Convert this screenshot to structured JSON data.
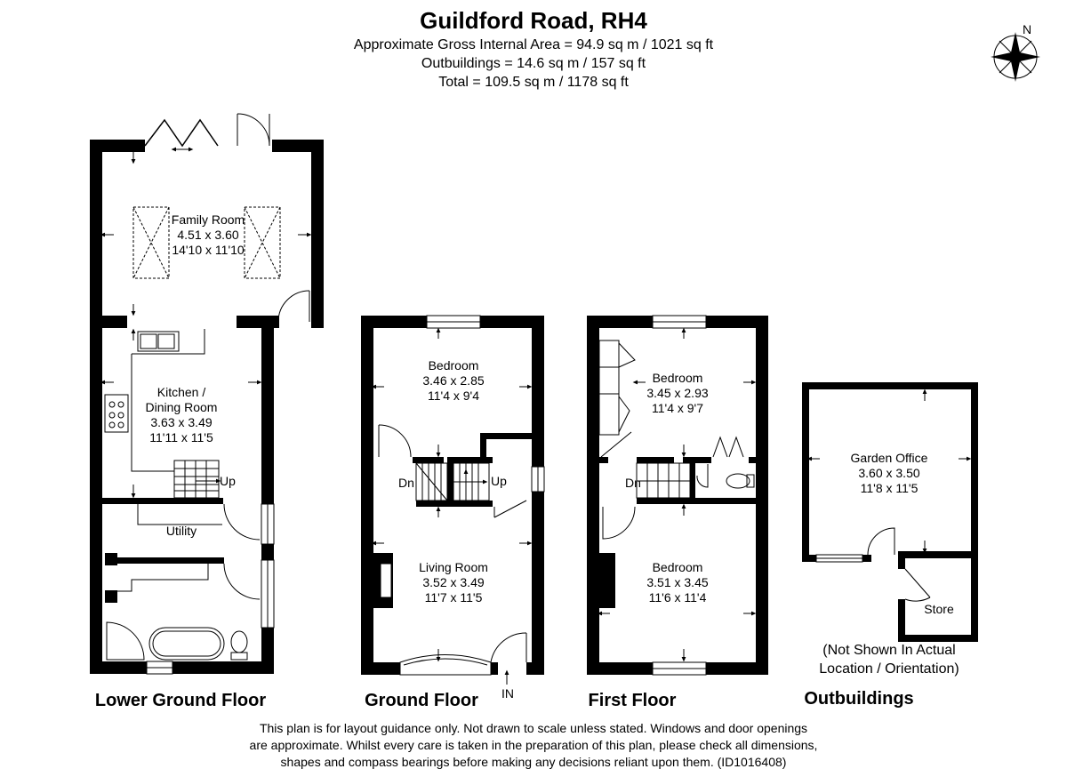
{
  "header": {
    "title": "Guildford Road, RH4",
    "area_gross": "Approximate Gross Internal Area = 94.9 sq m / 1021 sq ft",
    "area_outbuildings": "Outbuildings = 14.6 sq m / 157 sq ft",
    "area_total": "Total = 109.5 sq m / 1178 sq ft"
  },
  "compass": {
    "north_label": "N"
  },
  "floors": {
    "lower_ground": {
      "label": "Lower Ground Floor",
      "family_room": {
        "name": "Family Room",
        "metric": "4.51 x 3.60",
        "imperial": "14'10 x 11'10"
      },
      "kitchen": {
        "name_line1": "Kitchen /",
        "name_line2": "Dining Room",
        "metric": "3.63 x 3.49",
        "imperial": "11'11 x 11'5"
      },
      "stairs_up": "Up",
      "utility": {
        "name": "Utility"
      }
    },
    "ground": {
      "label": "Ground Floor",
      "bedroom": {
        "name": "Bedroom",
        "metric": "3.46 x 2.85",
        "imperial": "11'4 x 9'4"
      },
      "stairs_down": "Dn",
      "stairs_up": "Up",
      "living_room": {
        "name": "Living Room",
        "metric": "3.52 x 3.49",
        "imperial": "11'7 x 11'5"
      },
      "entrance": "IN"
    },
    "first": {
      "label": "First Floor",
      "bedroom_top": {
        "name": "Bedroom",
        "metric": "3.45 x 2.93",
        "imperial": "11'4 x 9'7"
      },
      "stairs_down": "Dn",
      "bedroom_bottom": {
        "name": "Bedroom",
        "metric": "3.51 x 3.45",
        "imperial": "11'6 x 11'4"
      }
    },
    "outbuildings": {
      "label": "Outbuildings",
      "garden_office": {
        "name": "Garden Office",
        "metric": "3.60 x 3.50",
        "imperial": "11'8 x 11'5"
      },
      "store": {
        "name": "Store"
      },
      "note_line1": "(Not Shown In Actual",
      "note_line2": "Location / Orientation)"
    }
  },
  "disclaimer": {
    "line1": "This plan is for layout guidance only. Not drawn to scale unless stated. Windows and door openings",
    "line2": "are approximate. Whilst every care is taken in the preparation of this plan, please check all dimensions,",
    "line3": "shapes and compass bearings before making any decisions reliant upon them. (ID1016408)"
  }
}
